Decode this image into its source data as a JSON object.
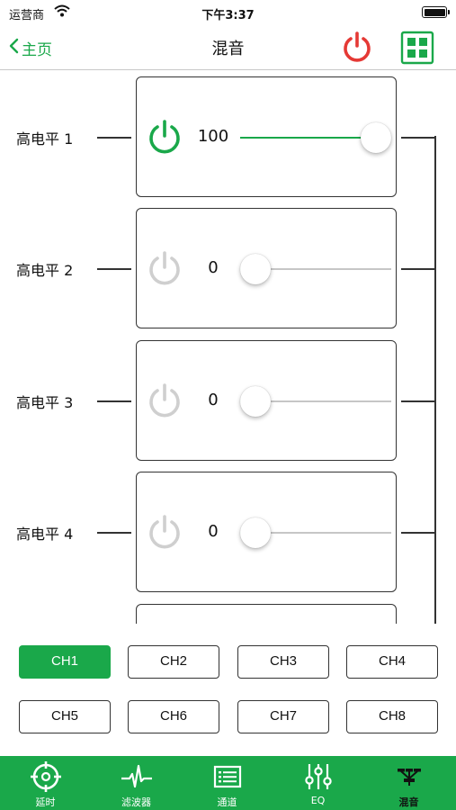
{
  "status_bar": {
    "carrier": "运营商",
    "time": "下午3:37",
    "battery_level": 1.0
  },
  "nav": {
    "back_label": "主页",
    "title": "混音",
    "power_color": "#e53935",
    "accent": "#1aa84a"
  },
  "channels": [
    {
      "label": "高电平 1",
      "value": "100",
      "level": 1.0,
      "on": true
    },
    {
      "label": "高电平 2",
      "value": "0",
      "level": 0.0,
      "on": false
    },
    {
      "label": "高电平 3",
      "value": "0",
      "level": 0.0,
      "on": false
    },
    {
      "label": "高电平 4",
      "value": "0",
      "level": 0.0,
      "on": false
    }
  ],
  "ch_buttons": [
    {
      "label": "CH1",
      "active": true
    },
    {
      "label": "CH2",
      "active": false
    },
    {
      "label": "CH3",
      "active": false
    },
    {
      "label": "CH4",
      "active": false
    },
    {
      "label": "CH5",
      "active": false
    },
    {
      "label": "CH6",
      "active": false
    },
    {
      "label": "CH7",
      "active": false
    },
    {
      "label": "CH8",
      "active": false
    }
  ],
  "tabs": [
    {
      "label": "延时",
      "icon": "crosshair-icon",
      "active": false
    },
    {
      "label": "滤波器",
      "icon": "waveform-icon",
      "active": false
    },
    {
      "label": "通道",
      "icon": "list-icon",
      "active": false
    },
    {
      "label": "EQ",
      "icon": "sliders-icon",
      "active": false
    },
    {
      "label": "混音",
      "icon": "mixer-icon",
      "active": true
    }
  ]
}
